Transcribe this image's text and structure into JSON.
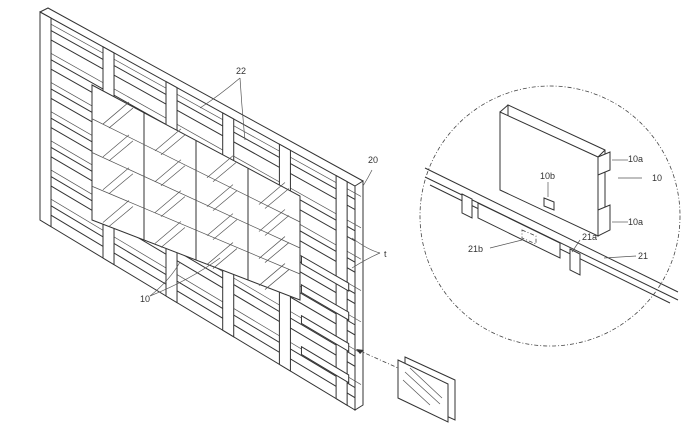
{
  "labels": {
    "panels": "22",
    "frame": "20",
    "module_main": "10",
    "detail_module": "10",
    "side_a_top": "10a",
    "side_a_bottom": "10a",
    "tab": "10b",
    "rail_slot": "21a",
    "rail_notch": "21b",
    "rail": "21",
    "side_edge": "t"
  },
  "colors": {
    "line": "#333333",
    "background": "#ffffff"
  }
}
